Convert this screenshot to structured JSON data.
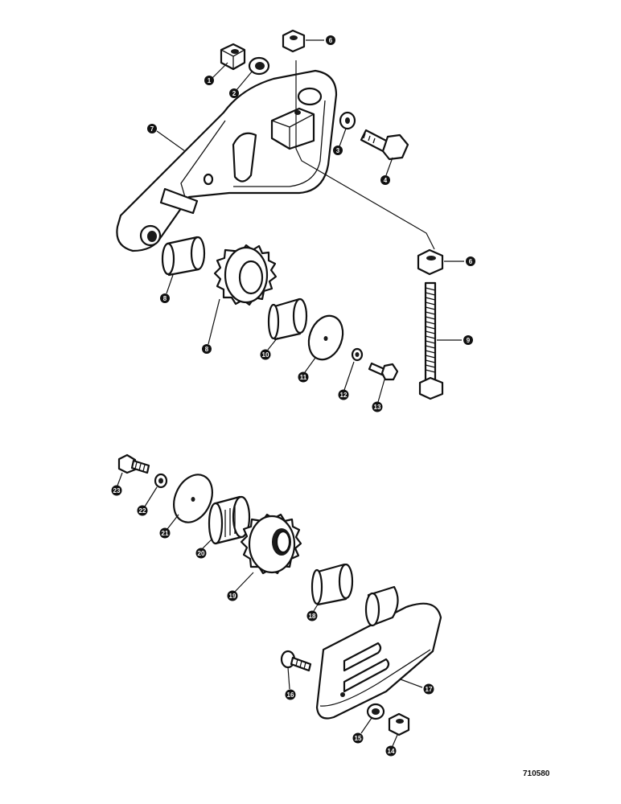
{
  "callouts": [
    {
      "id": "c1",
      "label": "1",
      "part": "nut"
    },
    {
      "id": "c2",
      "label": "2",
      "part": "lock-washer"
    },
    {
      "id": "c3",
      "label": "3",
      "part": "flat-washer"
    },
    {
      "id": "c4",
      "label": "4",
      "part": "bolt"
    },
    {
      "id": "c6a",
      "label": "6",
      "part": "nut-top"
    },
    {
      "id": "c6b",
      "label": "6",
      "part": "nut-lower"
    },
    {
      "id": "c7",
      "label": "7",
      "part": "upper-idler-arm"
    },
    {
      "id": "c8a",
      "label": "8",
      "part": "bushing"
    },
    {
      "id": "c8b",
      "label": "8",
      "part": "sprocket"
    },
    {
      "id": "c9",
      "label": "9",
      "part": "threaded-rod"
    },
    {
      "id": "c10",
      "label": "10",
      "part": "bushing"
    },
    {
      "id": "c11",
      "label": "11",
      "part": "flat-washer"
    },
    {
      "id": "c12",
      "label": "12",
      "part": "lock-washer"
    },
    {
      "id": "c13",
      "label": "13",
      "part": "cap-screw"
    },
    {
      "id": "c14",
      "label": "14",
      "part": "nut"
    },
    {
      "id": "c15",
      "label": "15",
      "part": "lock-washer"
    },
    {
      "id": "c16",
      "label": "16",
      "part": "carriage-bolt"
    },
    {
      "id": "c17",
      "label": "17",
      "part": "lower-idler-arm"
    },
    {
      "id": "c18",
      "label": "18",
      "part": "bushing"
    },
    {
      "id": "c19",
      "label": "19",
      "part": "sprocket"
    },
    {
      "id": "c20",
      "label": "20",
      "part": "needle-bearing"
    },
    {
      "id": "c21",
      "label": "21",
      "part": "flat-washer"
    },
    {
      "id": "c22",
      "label": "22",
      "part": "lock-washer"
    },
    {
      "id": "c23",
      "label": "23",
      "part": "cap-screw"
    }
  ],
  "reference_number": "710580",
  "colors": {
    "ink": "#111111",
    "paper": "#ffffff"
  }
}
